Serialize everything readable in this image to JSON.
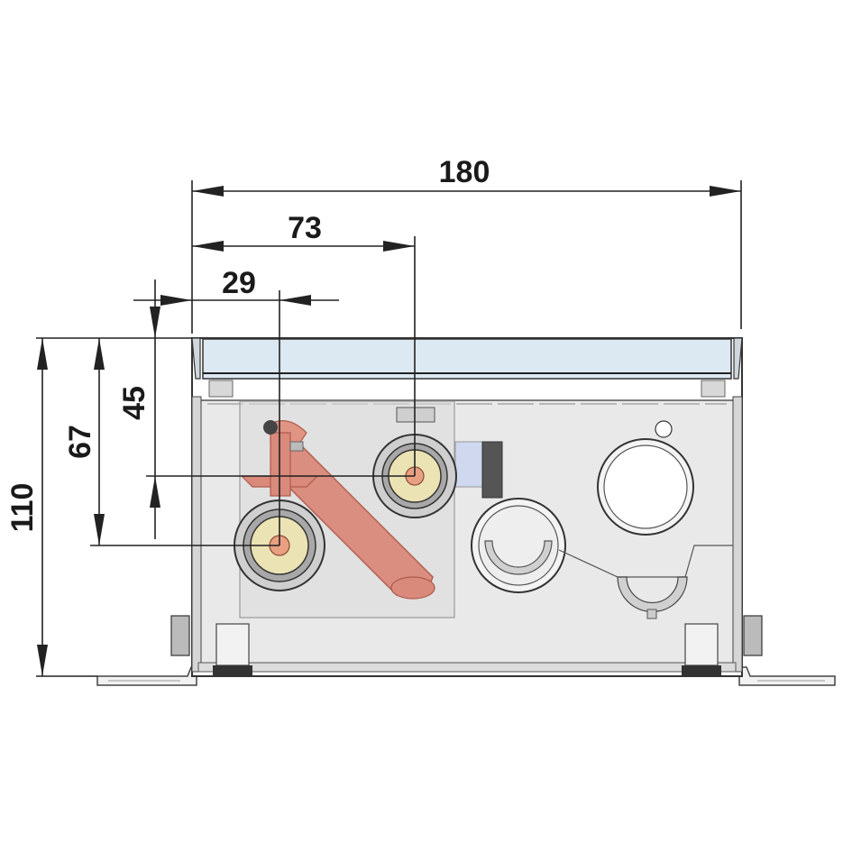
{
  "dimensions": {
    "width_total": "180",
    "offset_second_pipe": "73",
    "offset_first_pipe": "29",
    "height_total": "110",
    "height_first_pipe": "67",
    "height_second_pipe": "45"
  },
  "colors": {
    "lid": "#dce8f2",
    "box_fill": "#e9e9e9",
    "valve_pipe": "#d98a7a",
    "brass_ring": "#ebe3b4",
    "pipe_center": "#e8a080",
    "outline": "#333333"
  }
}
